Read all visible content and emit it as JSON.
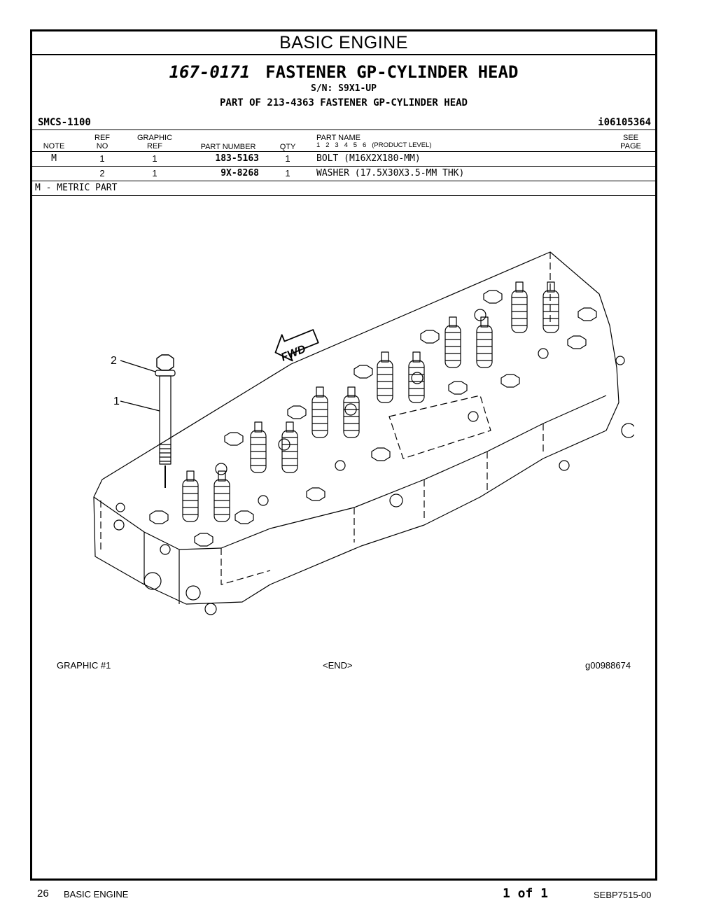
{
  "section_title": "BASIC ENGINE",
  "group": {
    "number": "167-0171",
    "name": "FASTENER GP-CYLINDER HEAD",
    "serial": "S/N: S9X1-UP",
    "part_of": "PART OF 213-4363 FASTENER GP-CYLINDER HEAD"
  },
  "smcs": "SMCS-1100",
  "doc_ref": "i06105364",
  "columns": {
    "note": "NOTE",
    "ref_top": "REF",
    "ref_bottom": "NO",
    "graphic_top": "GRAPHIC",
    "graphic_bottom": "REF",
    "part_number": "PART NUMBER",
    "qty": "QTY",
    "part_name": "PART NAME",
    "levels": "1   2   3   4   5   6   (PRODUCT LEVEL)",
    "see_top": "SEE",
    "see_bottom": "PAGE"
  },
  "rows": [
    {
      "note": "M",
      "ref": "1",
      "graphic": "1",
      "part_number": "183-5163",
      "qty": "1",
      "name": "BOLT (M16X2X180-MM)"
    },
    {
      "note": "",
      "ref": "2",
      "graphic": "1",
      "part_number": "9X-8268",
      "qty": "1",
      "name": "WASHER (17.5X30X3.5-MM THK)"
    }
  ],
  "legend": "M - METRIC PART",
  "illustration": {
    "callouts": [
      "2",
      "1"
    ],
    "direction_label": "FWD",
    "icon": "cylinder-head-drawing"
  },
  "graphic_label": "GRAPHIC #1",
  "end_label": "<END>",
  "graphic_id": "g00988674",
  "footer": {
    "page_number": "26",
    "section": "BASIC ENGINE",
    "page_of": "1 of 1",
    "doc_number": "SEBP7515-00"
  }
}
